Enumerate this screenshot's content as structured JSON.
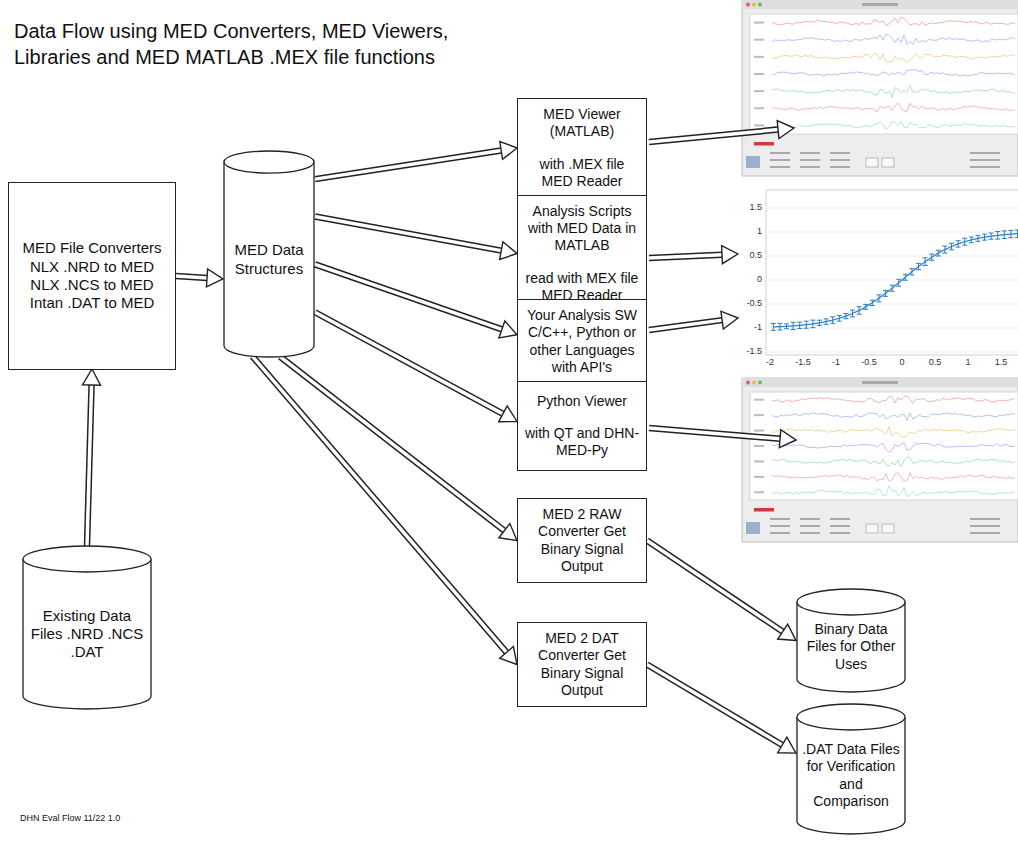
{
  "diagram": {
    "title": "Data Flow using MED Converters, MED Viewers, Libraries and MED MATLAB .MEX file functions",
    "caption": "DHN Eval Flow 11/22 1.0",
    "nodes": [
      {
        "text": [
          "MED File Converters NLX .NRD to MED NLX .NCS to MED Intan .DAT to MED"
        ]
      },
      {
        "text": [
          "MED Data Structures"
        ]
      },
      {
        "text": [
          "MED Viewer (MATLAB)",
          "with .MEX file MED Reader"
        ]
      },
      {
        "text": [
          "Analysis Scripts with MED Data in MATLAB",
          "read with MEX file MED Reader"
        ]
      },
      {
        "text": [
          "Your Analysis SW C/C++, Python or other Languages with API's"
        ]
      },
      {
        "text": [
          "Python Viewer",
          "with QT and DHN-MED-Py"
        ]
      },
      {
        "text": [
          "MED 2 RAW Converter Get Binary Signal Output"
        ]
      },
      {
        "text": [
          "MED 2 DAT Converter Get Binary Signal Output"
        ]
      },
      {
        "text": [
          "Binary Data Files for Other Uses"
        ]
      },
      {
        "text": [
          ".DAT Data Files for Verification and Comparison"
        ]
      },
      {
        "text": [
          "Existing Data Files .NRD .NCS .DAT"
        ]
      }
    ],
    "edges": [
      {
        "from": 10,
        "to": 0,
        "arrow": "to"
      },
      {
        "from": 0,
        "to": 1,
        "arrow": "to"
      },
      {
        "from": 1,
        "to": 2,
        "arrow": "to"
      },
      {
        "from": 1,
        "to": 3,
        "arrow": "to"
      },
      {
        "from": 1,
        "to": 4,
        "arrow": "to"
      },
      {
        "from": 1,
        "to": 5,
        "arrow": "to"
      },
      {
        "from": 1,
        "to": 6,
        "arrow": "to"
      },
      {
        "from": 1,
        "to": 7,
        "arrow": "to"
      },
      {
        "from": 6,
        "to": 8,
        "arrow": "to"
      },
      {
        "from": 7,
        "to": 9,
        "arrow": "to"
      }
    ],
    "labels": [
      "1.5",
      "1",
      "0.5",
      "0",
      "-0.5",
      "-1",
      "-1.5",
      "-2",
      "-1.5",
      "-1",
      "-0.5",
      "0",
      "0.5",
      "1",
      "1.5"
    ]
  }
}
